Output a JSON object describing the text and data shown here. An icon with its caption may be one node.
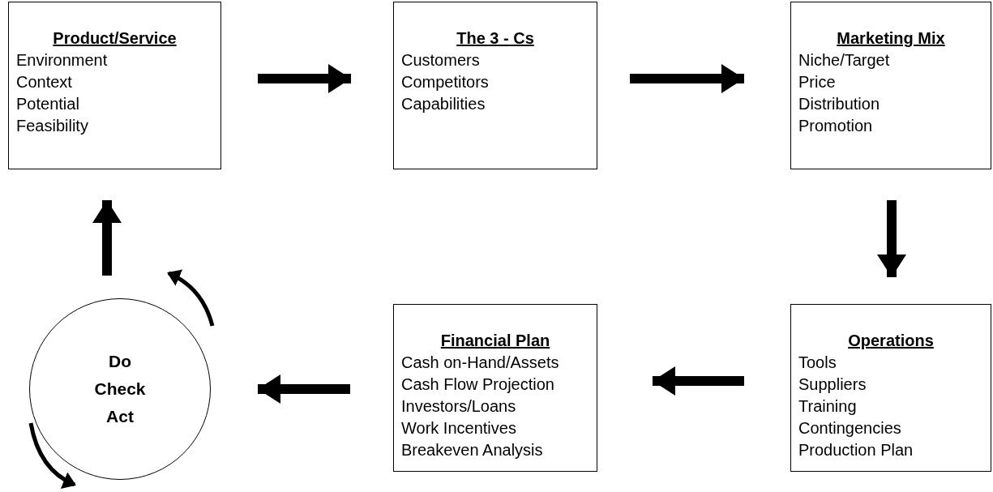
{
  "diagram": {
    "nodes": [
      {
        "text": [
          "Product/Service",
          "Environment",
          "Context",
          "Potential",
          "Feasibility"
        ]
      },
      {
        "text": [
          "The 3 - Cs",
          "Customers",
          "Competitors",
          "Capabilities"
        ]
      },
      {
        "text": [
          "Marketing Mix",
          "Niche/Target",
          "Price",
          "Distribution",
          "Promotion"
        ]
      },
      {
        "text": [
          "Operations",
          "Tools",
          "Suppliers",
          "Training",
          "Contingencies",
          "Production Plan"
        ]
      },
      {
        "text": [
          "Financial Plan",
          "Cash on-Hand/Assets",
          "Cash Flow Projection",
          "Investors/Loans",
          "Work Incentives",
          "Breakeven Analysis"
        ]
      },
      {
        "text": [
          "Do Check Act"
        ]
      }
    ],
    "edges": [
      {
        "from": 0,
        "to": 1,
        "arrow": "to"
      },
      {
        "from": 1,
        "to": 2,
        "arrow": "to"
      },
      {
        "from": 2,
        "to": 3,
        "arrow": "to"
      },
      {
        "from": 3,
        "to": 4,
        "arrow": "to"
      },
      {
        "from": 4,
        "to": 5,
        "arrow": "to"
      },
      {
        "from": 5,
        "to": 0,
        "arrow": "to"
      }
    ]
  }
}
